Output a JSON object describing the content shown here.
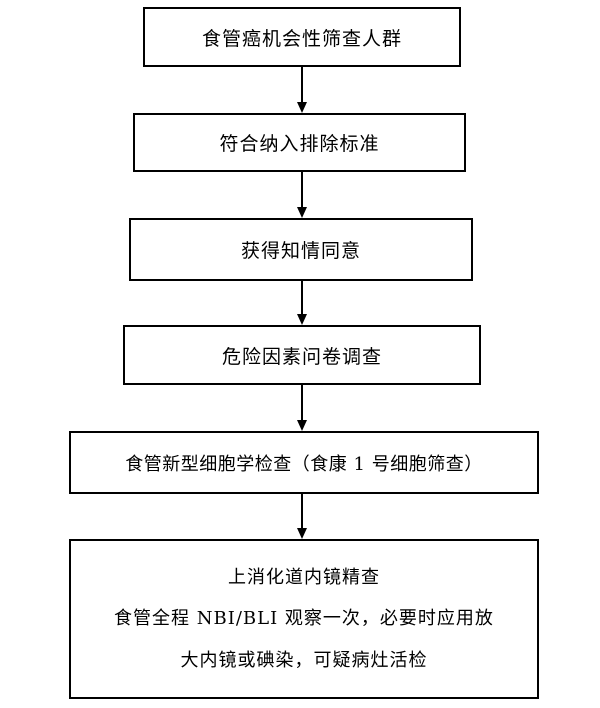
{
  "flowchart": {
    "steps": [
      "食管癌机会性筛查人群",
      "符合纳入排除标准",
      "获得知情同意",
      "危险因素问卷调查",
      "食管新型细胞学检查（食康 1 号细胞筛查）"
    ],
    "final_step": {
      "line1": "上消化道内镜精查",
      "line2": "食管全程 NBI/BLI 观察一次，必要时应用放",
      "line3": "大内镜或碘染，可疑病灶活检"
    }
  }
}
